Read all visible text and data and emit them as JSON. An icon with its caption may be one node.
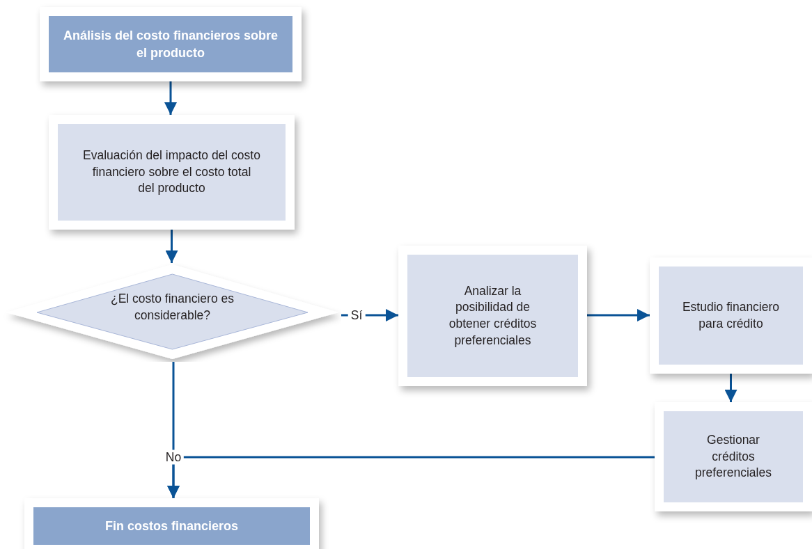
{
  "diagram": {
    "nodes": [
      {
        "text": [
          "Análisis del costo financieros sobre el producto"
        ]
      },
      {
        "text": [
          "Evaluación del impacto del costo financiero sobre el costo total del producto"
        ]
      },
      {
        "text": [
          "¿El costo financiero es considerable?"
        ]
      },
      {
        "text": [
          "Analizar la posibilidad de obtener créditos preferenciales"
        ]
      },
      {
        "text": [
          "Estudio financiero para crédito"
        ]
      },
      {
        "text": [
          "Gestionar créditos preferenciales"
        ]
      },
      {
        "text": [
          "Fin costos financieros"
        ]
      }
    ],
    "edges": [
      {
        "from": 0,
        "to": 1,
        "arrow": "to"
      },
      {
        "from": 1,
        "to": 2,
        "arrow": "to"
      },
      {
        "from": 2,
        "to": 3,
        "arrow": "to",
        "label": "Sí"
      },
      {
        "from": 3,
        "to": 4,
        "arrow": "to"
      },
      {
        "from": 4,
        "to": 5,
        "arrow": "to"
      },
      {
        "from": 2,
        "to": 6,
        "arrow": "to",
        "label": "No"
      },
      {
        "from": 5,
        "to": 6,
        "arrow": "to"
      }
    ]
  }
}
